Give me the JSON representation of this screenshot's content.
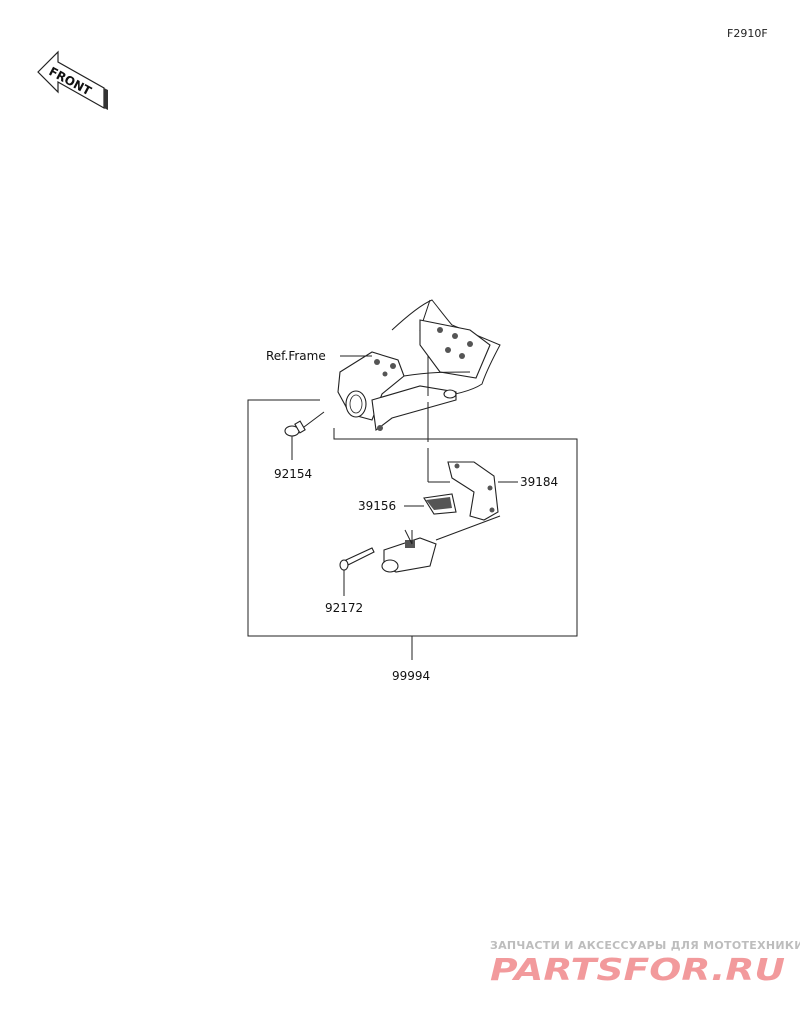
{
  "diagram_code": "F2910F",
  "front_label": "FRONT",
  "ref_frame_label": "Ref.Frame",
  "parts": {
    "p92154": "92154",
    "p39184": "39184",
    "p39156": "39156",
    "p92172": "92172",
    "p99994": "99994"
  },
  "watermark": {
    "tagline": "ЗАПЧАСТИ И АКСЕССУАРЫ ДЛЯ МОТОТЕХНИКИ",
    "logo_text": "PARTSFOR.RU",
    "logo_color": "#e8484d"
  }
}
